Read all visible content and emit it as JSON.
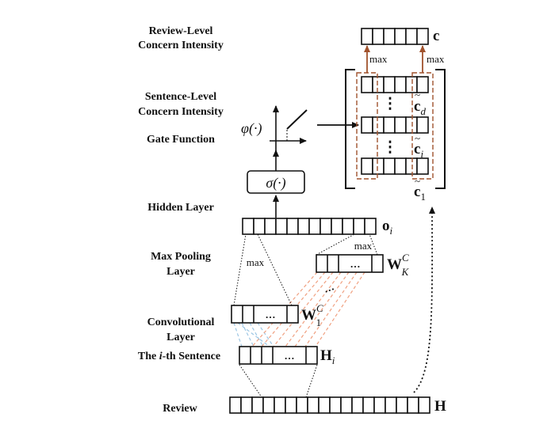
{
  "labels": {
    "review_level": [
      "Review-Level",
      "Concern Intensity"
    ],
    "sentence_level": [
      "Sentence-Level",
      "Concern Intensity"
    ],
    "gate_function": "Gate Function",
    "hidden_layer": "Hidden Layer",
    "max_pooling": [
      "Max Pooling",
      "Layer"
    ],
    "convolutional": [
      "Convolutional",
      "Layer"
    ],
    "ith_sentence": {
      "prefix": "The ",
      "i": "i",
      "suffix": "-th  Sentence"
    },
    "review": "Review"
  },
  "annotations": {
    "max": "max",
    "ellipsis": "…",
    "vdots": "⋮",
    "sigma": "σ(·)",
    "phi": "φ(·)"
  },
  "variables": {
    "c": "c",
    "c_d": {
      "base": "c",
      "sub": "d"
    },
    "c_i": {
      "base": "c",
      "sub": "i"
    },
    "c_1": {
      "base": "c",
      "sub": "1"
    },
    "o_i": {
      "base": "o",
      "sub": "i"
    },
    "W_K": {
      "base": "W",
      "sup": "C",
      "sub": "K"
    },
    "W_1": {
      "base": "W",
      "sup": "C",
      "sub": "1"
    },
    "H_i": {
      "base": "H",
      "sub": "i"
    },
    "H": "H"
  },
  "colors": {
    "arrow_orange": "#a0522d",
    "dash_orange": "#f0a080",
    "dash_blue": "#9cc6e4",
    "line": "#111111"
  }
}
